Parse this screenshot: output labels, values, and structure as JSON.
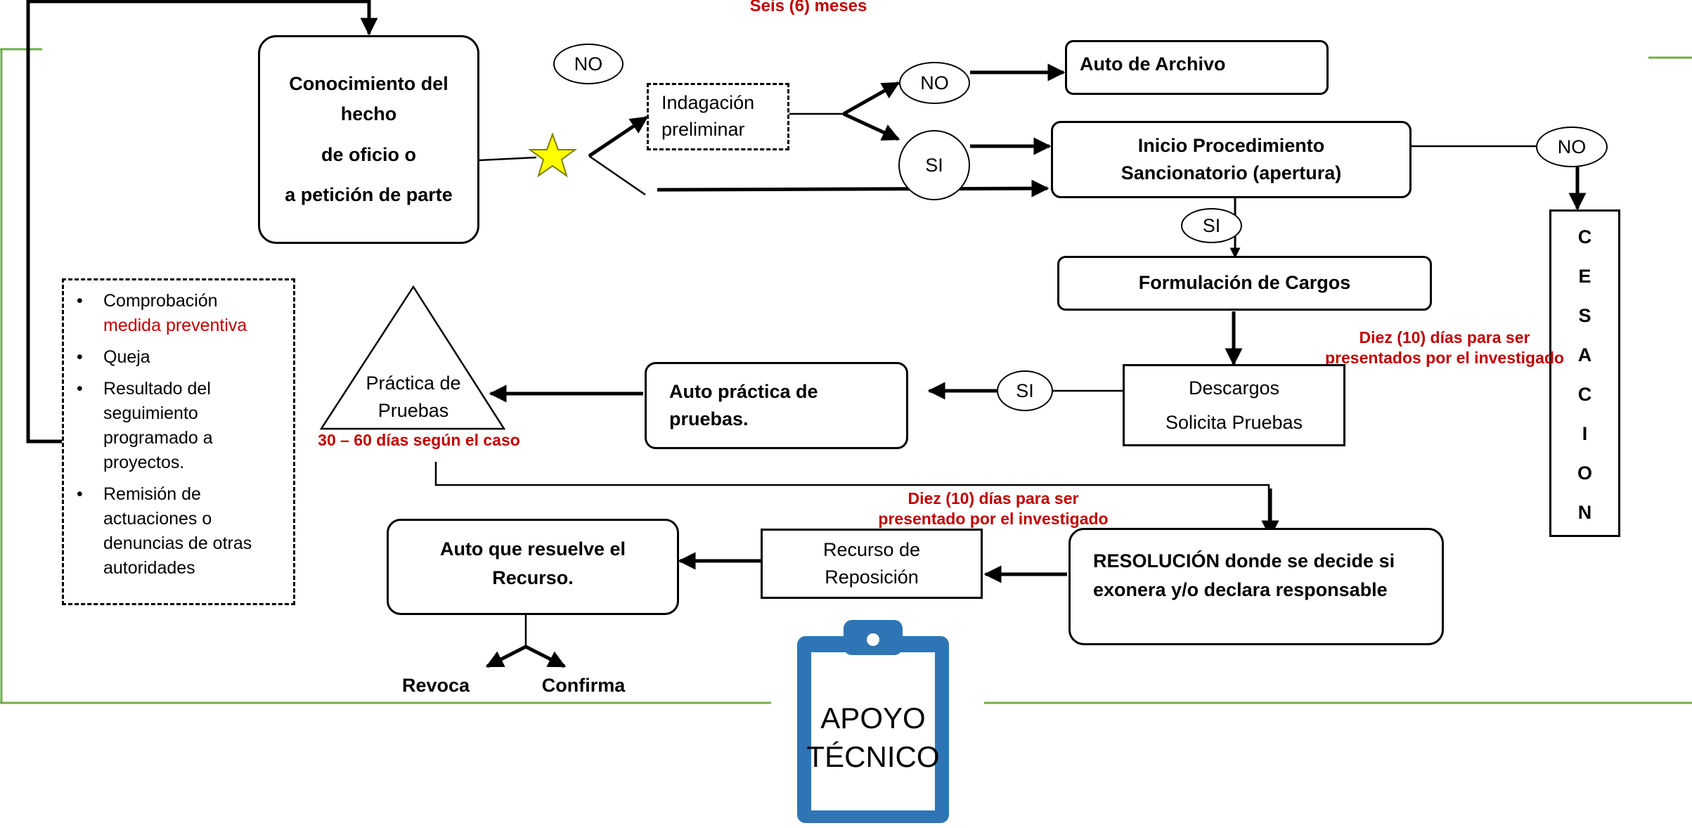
{
  "title_red": "Seis (6) meses",
  "start": {
    "lines": [
      "Conocimiento del",
      "hecho",
      "de oficio o",
      "a petición de parte"
    ]
  },
  "sources": {
    "items": [
      {
        "text": "Comprobación",
        "highlight": "medida preventiva"
      },
      {
        "text": "Queja",
        "highlight": ""
      },
      {
        "text": "Resultado del seguimiento programado a proyectos.",
        "highlight": ""
      },
      {
        "text": "Remisión de actuaciones o denuncias de otras autoridades",
        "highlight": ""
      }
    ]
  },
  "indagacion": {
    "line1": "Indagación",
    "line2": "preliminar"
  },
  "auto_archivo": "Auto de Archivo",
  "inicio": {
    "line1": "Inicio Procedimiento",
    "line2": "Sancionatorio (apertura)"
  },
  "formulacion": "Formulación de Cargos",
  "descargos": {
    "line1": "Descargos",
    "line2": "Solicita Pruebas"
  },
  "auto_practica": {
    "line1": "Auto práctica de",
    "line2": "pruebas."
  },
  "practica": {
    "line1": "Práctica de",
    "line2": "Pruebas"
  },
  "resolucion": {
    "line1": "RESOLUCIÓN donde se decide si",
    "line2": "exonera y/o declara responsable"
  },
  "recurso": {
    "line1": "Recurso de",
    "line2": "Reposición"
  },
  "auto_recurso": {
    "line1": "Auto que resuelve el",
    "line2": "Recurso."
  },
  "cesacion": [
    "C",
    "E",
    "S",
    "A",
    "C",
    "I",
    "O",
    "N"
  ],
  "ovals": {
    "no_top": "NO",
    "no_branch": "NO",
    "si_branch": "SI",
    "no_right": "NO",
    "si_inicio": "SI",
    "si_descargos": "SI"
  },
  "notes": {
    "descargos_days": {
      "line1": "Diez (10) días para ser",
      "line2": "presentados por el investigado"
    },
    "pruebas_days": "30 – 60 días según el caso",
    "recurso_days": {
      "line1": "Diez (10) días para ser",
      "line2": "presentado por el investigado"
    }
  },
  "outcomes": {
    "revoca": "Revoca",
    "confirma": "Confirma"
  },
  "apoyo": {
    "line1": "APOYO",
    "line2": "TÉCNICO"
  },
  "colors": {
    "green": "#70ad47",
    "red": "#c00000",
    "blue": "#2f75b5",
    "star": "#ffff00"
  }
}
